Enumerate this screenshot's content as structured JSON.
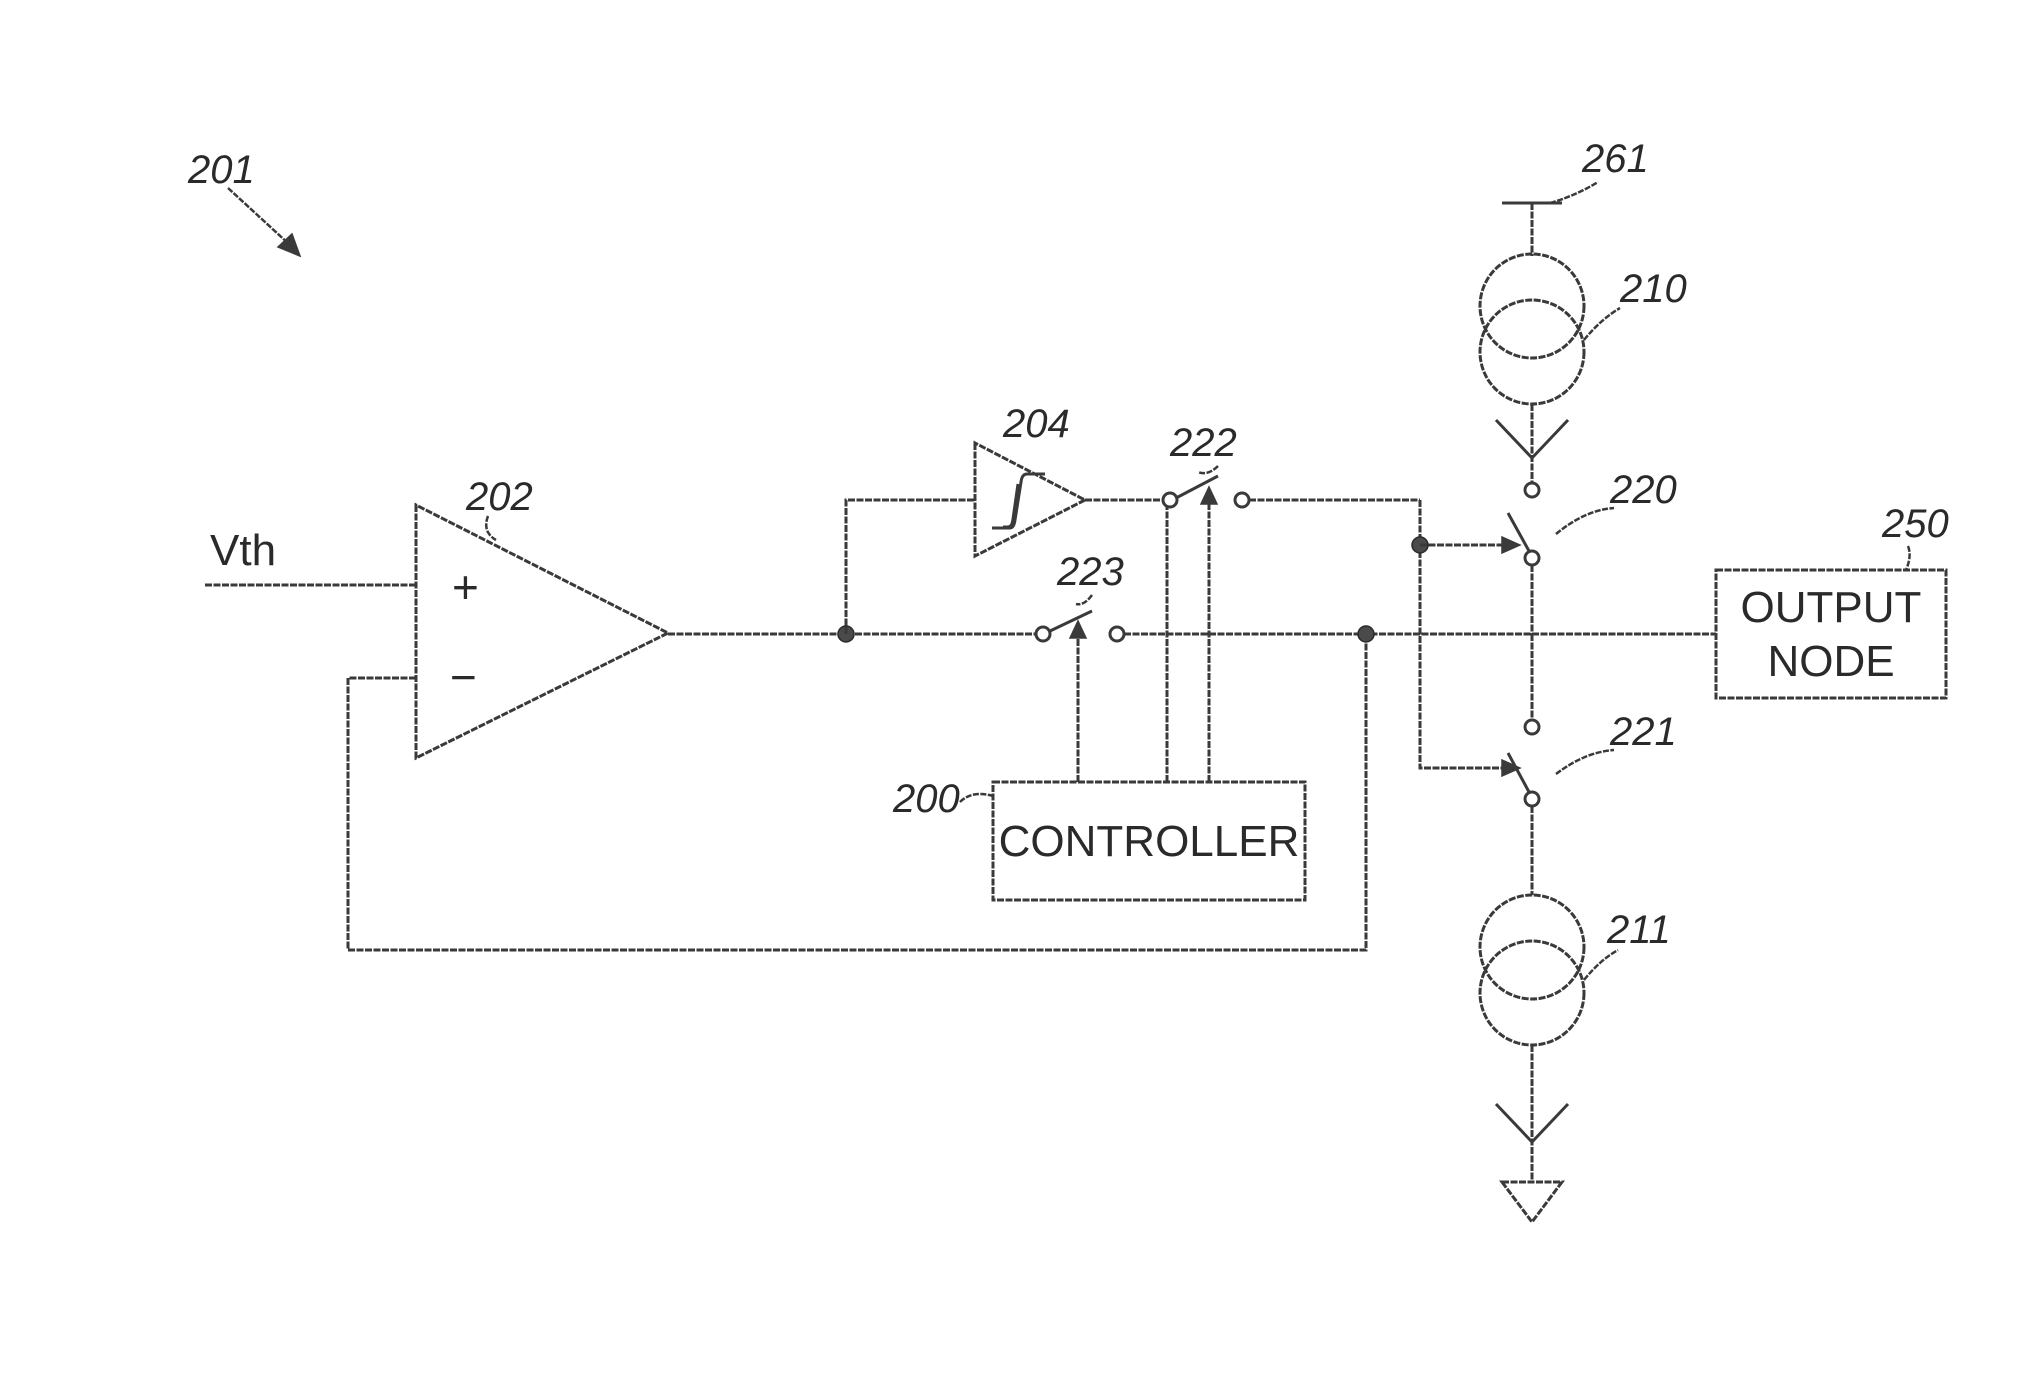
{
  "labels": {
    "fig_ref": "201",
    "vth": "Vth",
    "comparator_ref": "202",
    "plus": "+",
    "minus": "−",
    "schmitt_ref": "204",
    "switch_222_ref": "222",
    "switch_223_ref": "223",
    "controller_ref": "200",
    "controller": "CONTROLLER",
    "supply_ref": "261",
    "source_top_ref": "210",
    "switch_220_ref": "220",
    "output_ref": "250",
    "output_line1": "OUTPUT",
    "output_line2": "NODE",
    "switch_221_ref": "221",
    "source_bottom_ref": "211"
  }
}
